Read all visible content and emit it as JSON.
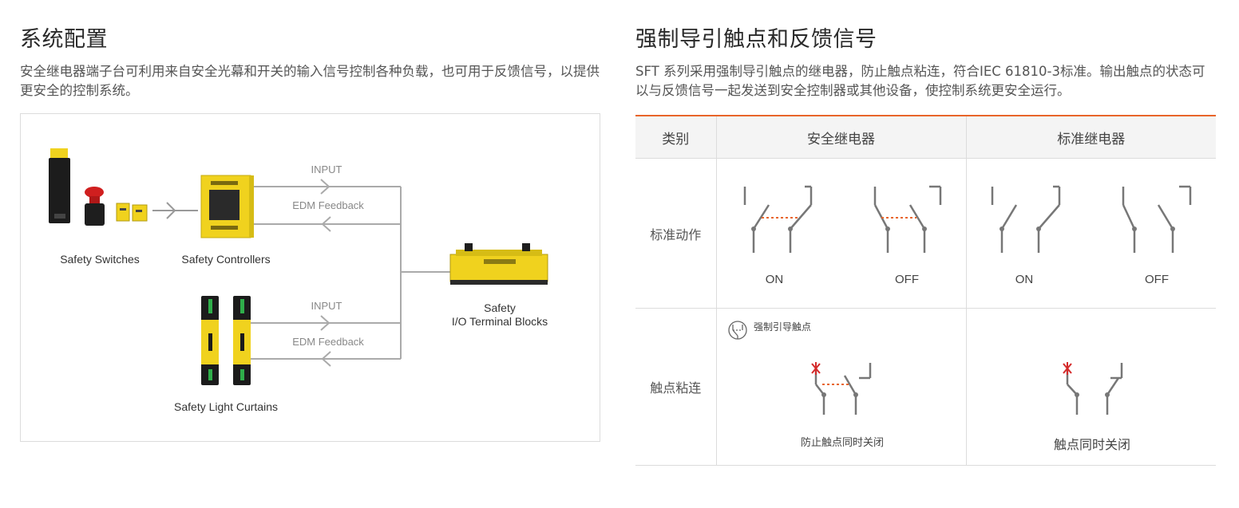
{
  "left": {
    "title": "系统配置",
    "description": "安全继电器端子台可利用来自安全光幕和开关的输入信号控制各种负载，也可用于反馈信号，以提供更安全的控制系统。",
    "diagram": {
      "switches_label": "Safety Switches",
      "controllers_label": "Safety Controllers",
      "curtains_label": "Safety Light Curtains",
      "terminal_label_line1": "Safety",
      "terminal_label_line2": "I/O Terminal Blocks",
      "input_label_top": "INPUT",
      "edm_label_top": "EDM Feedback",
      "input_label_bottom": "INPUT",
      "edm_label_bottom": "EDM Feedback"
    }
  },
  "right": {
    "title": "强制导引触点和反馈信号",
    "description": "SFT 系列采用强制导引触点的继电器，防止触点粘连，符合IEC 61810-3标准。输出触点的状态可以与反馈信号一起发送到安全控制器或其他设备，使控制系统更安全运行。",
    "table": {
      "headers": [
        "类别",
        "安全继电器",
        "标准继电器"
      ],
      "row_standard_action": "标准动作",
      "row_contact_welding": "触点粘连",
      "on_label": "ON",
      "off_label": "OFF",
      "forced_guide_legend": "强制引导触点",
      "safety_relay_caption": "防止触点同时关闭",
      "standard_relay_caption": "触点同时关闭"
    }
  },
  "colors": {
    "accent": "#e8652a",
    "product_yellow": "#f0d21e",
    "line_gray": "#999999",
    "weld_mark_red": "#d42a2a"
  }
}
